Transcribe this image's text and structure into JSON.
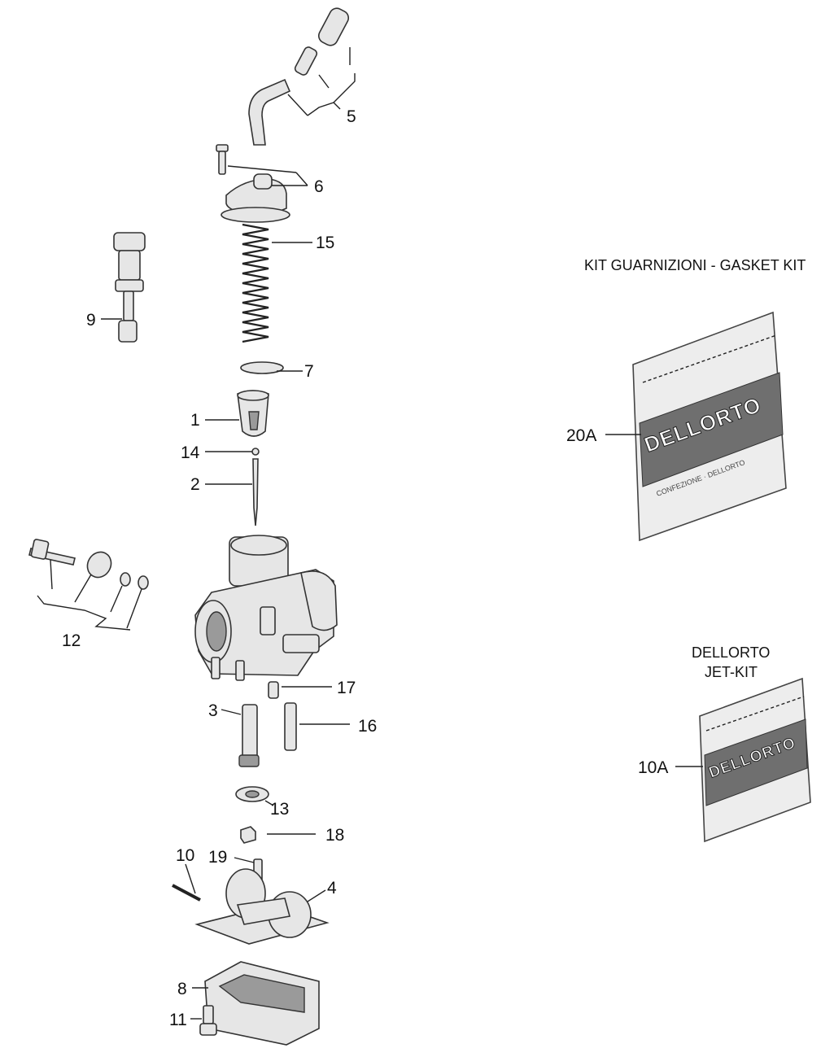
{
  "callouts": {
    "p1": "1",
    "p2": "2",
    "p3": "3",
    "p4": "4",
    "p5": "5",
    "p6": "6",
    "p7": "7",
    "p8": "8",
    "p9": "9",
    "p10": "10",
    "p11": "11",
    "p12": "12",
    "p13": "13",
    "p14": "14",
    "p15": "15",
    "p16": "16",
    "p17": "17",
    "p18": "18",
    "p19": "19",
    "p20a": "20A",
    "p10a": "10A"
  },
  "kits": {
    "gasket_title": "KIT GUARNIZIONI - GASKET KIT",
    "jet_title_1": "DELLORTO",
    "jet_title_2": "JET-KIT",
    "brand": "DELLORTO"
  }
}
